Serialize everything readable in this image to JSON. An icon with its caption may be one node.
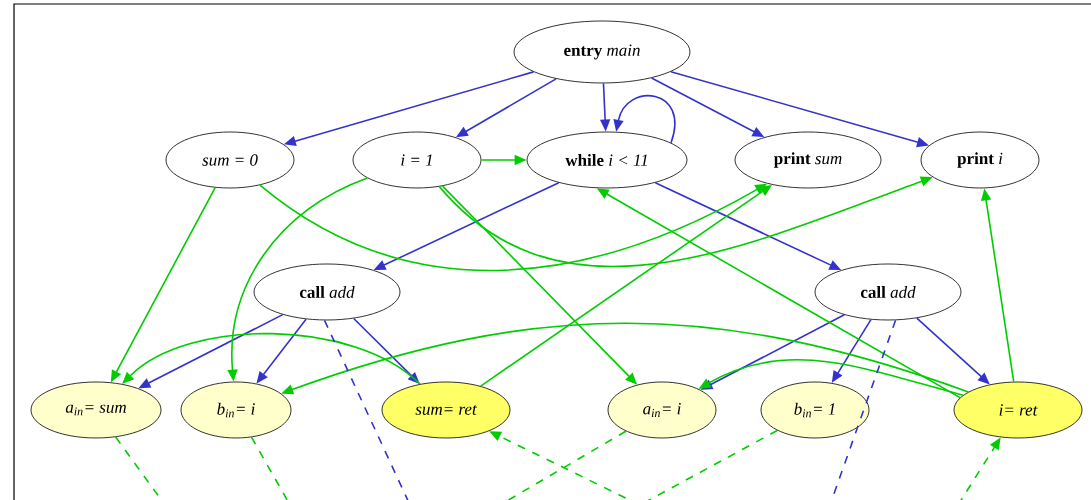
{
  "diagram": {
    "nodes": [
      {
        "text": [
          "**entry** *main*"
        ]
      },
      {
        "text": [
          "sum = 0"
        ]
      },
      {
        "text": [
          "i = 1"
        ]
      },
      {
        "text": [
          "**while** *i < 11*"
        ]
      },
      {
        "text": [
          "**print** *sum*"
        ]
      },
      {
        "text": [
          "**print** *i*"
        ]
      },
      {
        "text": [
          "**call** *add*"
        ]
      },
      {
        "text": [
          "**call** *add*"
        ]
      },
      {
        "text": [
          "a$_{in}$= sum"
        ]
      },
      {
        "text": [
          "b$_{in}$= i"
        ]
      },
      {
        "text": [
          "sum= ret"
        ]
      },
      {
        "text": [
          "a$_{in}$= i"
        ]
      },
      {
        "text": [
          "b$_{in}$= 1"
        ]
      },
      {
        "text": [
          "i= ret"
        ]
      }
    ],
    "edges": [
      {
        "from": 0,
        "to": 1,
        "arrow": "to",
        "color": "#3333cc"
      },
      {
        "from": 0,
        "to": 2,
        "arrow": "to",
        "color": "#3333cc"
      },
      {
        "from": 0,
        "to": 3,
        "arrow": "to",
        "color": "#3333cc"
      },
      {
        "from": 0,
        "to": 4,
        "arrow": "to",
        "color": "#3333cc"
      },
      {
        "from": 0,
        "to": 5,
        "arrow": "to",
        "color": "#3333cc"
      },
      {
        "from": 3,
        "to": 3,
        "arrow": "to",
        "color": "#3333cc"
      },
      {
        "from": 3,
        "to": 6,
        "arrow": "to",
        "color": "#3333cc"
      },
      {
        "from": 3,
        "to": 7,
        "arrow": "to",
        "color": "#3333cc"
      },
      {
        "from": 6,
        "to": 8,
        "arrow": "to",
        "color": "#3333cc"
      },
      {
        "from": 6,
        "to": 9,
        "arrow": "to",
        "color": "#3333cc"
      },
      {
        "from": 6,
        "to": 10,
        "arrow": "to",
        "color": "#3333cc"
      },
      {
        "from": 7,
        "to": 11,
        "arrow": "to",
        "color": "#3333cc"
      },
      {
        "from": 7,
        "to": 12,
        "arrow": "to",
        "color": "#3333cc"
      },
      {
        "from": 7,
        "to": 13,
        "arrow": "to",
        "color": "#3333cc"
      },
      {
        "from": 2,
        "to": 3,
        "arrow": "to"
      },
      {
        "from": 1,
        "to": 8,
        "arrow": "to"
      },
      {
        "from": 1,
        "to": 4,
        "arrow": "to"
      },
      {
        "from": 2,
        "to": 5,
        "arrow": "to"
      },
      {
        "from": 2,
        "to": 9,
        "arrow": "to"
      },
      {
        "from": 2,
        "to": 11,
        "arrow": "to"
      },
      {
        "from": 10,
        "to": 4,
        "arrow": "to"
      },
      {
        "from": 10,
        "to": 8,
        "arrow": "to"
      },
      {
        "from": 13,
        "to": 3,
        "arrow": "to"
      },
      {
        "from": 13,
        "to": 5,
        "arrow": "to"
      },
      {
        "from": 13,
        "to": 9,
        "arrow": "to"
      },
      {
        "from": 13,
        "to": 11,
        "arrow": "to"
      },
      {
        "from": 8,
        "to": null,
        "arrow": "none",
        "style": "dashed"
      },
      {
        "from": 9,
        "to": null,
        "arrow": "none",
        "style": "dashed"
      },
      {
        "from": 6,
        "to": null,
        "arrow": "none",
        "style": "dashed",
        "color": "#3333cc"
      },
      {
        "from": null,
        "to": 10,
        "arrow": "to",
        "style": "dashed"
      },
      {
        "from": 11,
        "to": null,
        "arrow": "none",
        "style": "dashed"
      },
      {
        "from": 12,
        "to": null,
        "arrow": "none",
        "style": "dashed"
      },
      {
        "from": 7,
        "to": null,
        "arrow": "none",
        "style": "dashed",
        "color": "#3333cc"
      },
      {
        "from": null,
        "to": 13,
        "arrow": "to",
        "style": "dashed"
      }
    ]
  }
}
